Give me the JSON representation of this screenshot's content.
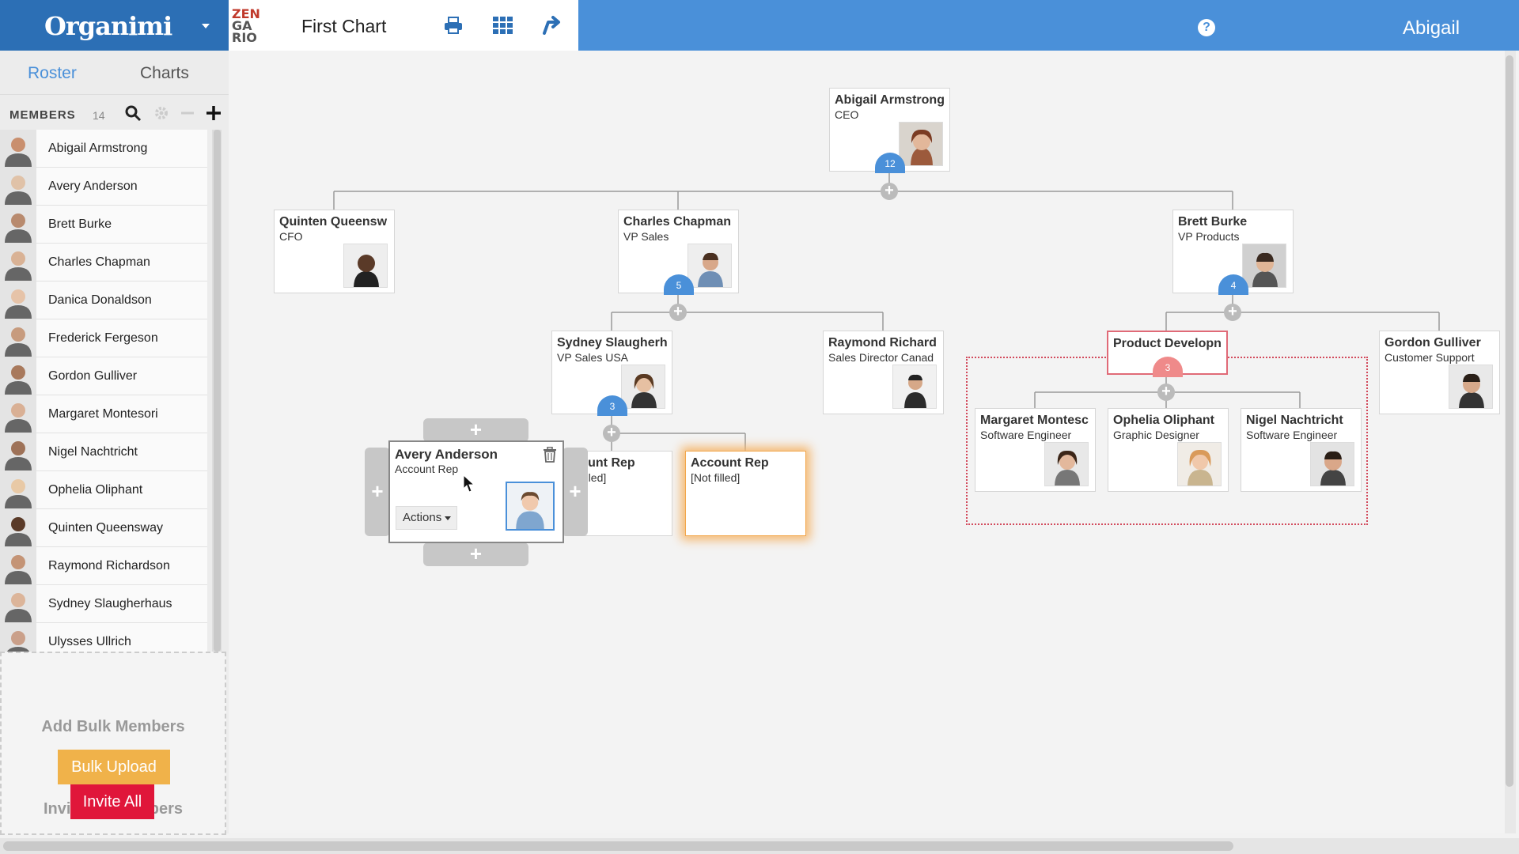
{
  "header": {
    "brand": "Organimi",
    "chart_logo_lines": [
      "ZEN",
      "GA",
      "RIO"
    ],
    "chart_title": "First Chart",
    "tools": [
      "print-icon",
      "grid-icon",
      "share-icon"
    ],
    "help_icon": "?",
    "user": "Abigail",
    "colors": {
      "brand_bar": "#2c6fb5",
      "top_bar": "#4a90d9"
    }
  },
  "sidebar": {
    "tabs": [
      {
        "label": "Roster"
      },
      {
        "label": "Charts"
      }
    ],
    "members_label": "MEMBERS",
    "members_count": "14",
    "members": [
      {
        "name": "Abigail Armstrong"
      },
      {
        "name": "Avery Anderson"
      },
      {
        "name": "Brett Burke"
      },
      {
        "name": "Charles Chapman"
      },
      {
        "name": "Danica Donaldson"
      },
      {
        "name": "Frederick Fergeson"
      },
      {
        "name": "Gordon Gulliver"
      },
      {
        "name": "Margaret Montesori"
      },
      {
        "name": "Nigel Nachtricht"
      },
      {
        "name": "Ophelia Oliphant"
      },
      {
        "name": "Quinten Queensway"
      },
      {
        "name": "Raymond Richardson"
      },
      {
        "name": "Sydney Slaugherhaus"
      },
      {
        "name": "Ulysses Ullrich"
      }
    ],
    "bulk": {
      "add_title": "Add Bulk Members",
      "upload_label": "Bulk Upload",
      "invite_title": "Invite All Members",
      "invite_label": "Invite All"
    }
  },
  "chart": {
    "root": {
      "name": "Abigail Armstrong",
      "title": "CEO",
      "badge": "12"
    },
    "level1": [
      {
        "name": "Quinten Queensw",
        "title": "CFO"
      },
      {
        "name": "Charles Chapman",
        "title": "VP Sales",
        "badge": "5"
      },
      {
        "name": "Brett Burke",
        "title": "VP Products",
        "badge": "4"
      }
    ],
    "sales": [
      {
        "name": "Sydney Slaugherh",
        "title": "VP Sales USA",
        "badge": "3"
      },
      {
        "name": "Raymond Richard",
        "title": "Sales Director Canad"
      }
    ],
    "products": [
      {
        "name": "Product Developn",
        "title": "",
        "badge": "3"
      },
      {
        "name": "Gordon Gulliver",
        "title": "Customer Support"
      }
    ],
    "engineers": [
      {
        "name": "Margaret Montesc",
        "title": "Software Engineer"
      },
      {
        "name": "Ophelia Oliphant",
        "title": "Graphic Designer"
      },
      {
        "name": "Nigel Nachtricht",
        "title": "Software Engineer"
      }
    ],
    "reps": [
      {
        "name": "Account Rep",
        "title": "[Not filled]"
      },
      {
        "name": "Account Rep",
        "title": "[Not filled]"
      }
    ],
    "selected": {
      "name": "Avery Anderson",
      "title": "Account Rep",
      "actions_label": "Actions"
    }
  }
}
